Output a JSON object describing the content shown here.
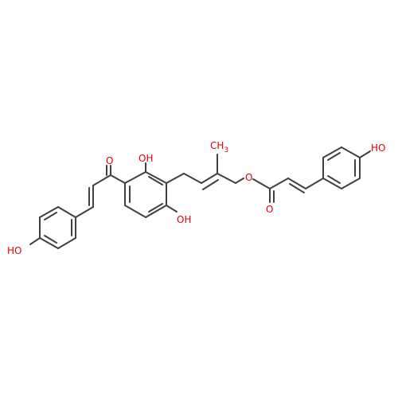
{
  "structure": {
    "labels": {
      "oh_top_ring_a": "OH",
      "ketone_o": "O",
      "oh_bottom_ring_a": "OH",
      "methyl": "CH",
      "methyl_sub": "3",
      "ester_o": "O",
      "carbonyl_o": "O",
      "oh_right": "HO",
      "oh_left": "HO"
    },
    "colors": {
      "bond": "#404040",
      "heteroatom": "#e00000"
    }
  }
}
